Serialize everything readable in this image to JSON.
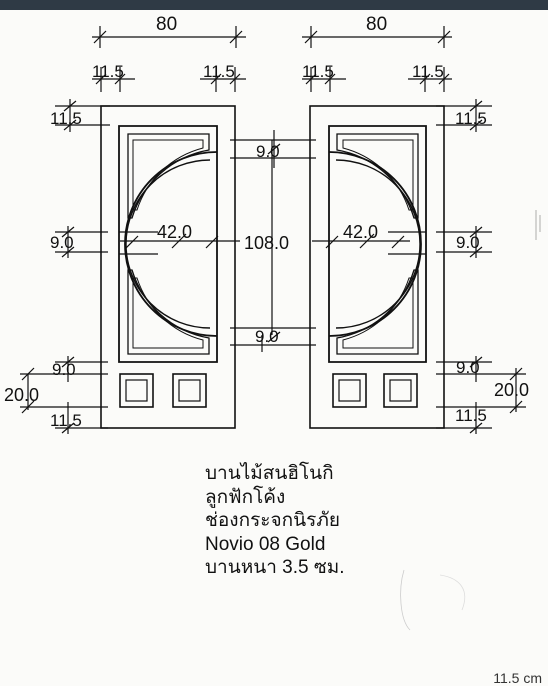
{
  "dimensions": {
    "width_left": "80",
    "width_right": "80",
    "stile_left_a": "11.5",
    "stile_left_b": "11.5",
    "stile_right_a": "11.5",
    "stile_right_b": "11.5",
    "top_rail_left": "11.5",
    "top_rail_right": "11.5",
    "rail_top_center": "9.0",
    "mid_left": "9.0",
    "mid_right": "9.0",
    "radius_left": "42.0",
    "radius_right": "42.0",
    "height_center": "108.0",
    "rail_bottom_center": "9.0",
    "lower_rail_left": "9.0",
    "lower_rail_right": "9.0",
    "panel_left": "20.0",
    "panel_right": "20.0",
    "bottom_rail_left": "11.5",
    "bottom_rail_right": "11.5"
  },
  "caption": {
    "line1": "บานไม้สนฮิโนกิ",
    "line2": "ลูกฟักโค้ง",
    "line3": "ช่องกระจกนิรภัย",
    "line4": "Novio 08 Gold",
    "line5": "บานหนา 3.5 ซม."
  },
  "corner_note": "11.5 cm"
}
